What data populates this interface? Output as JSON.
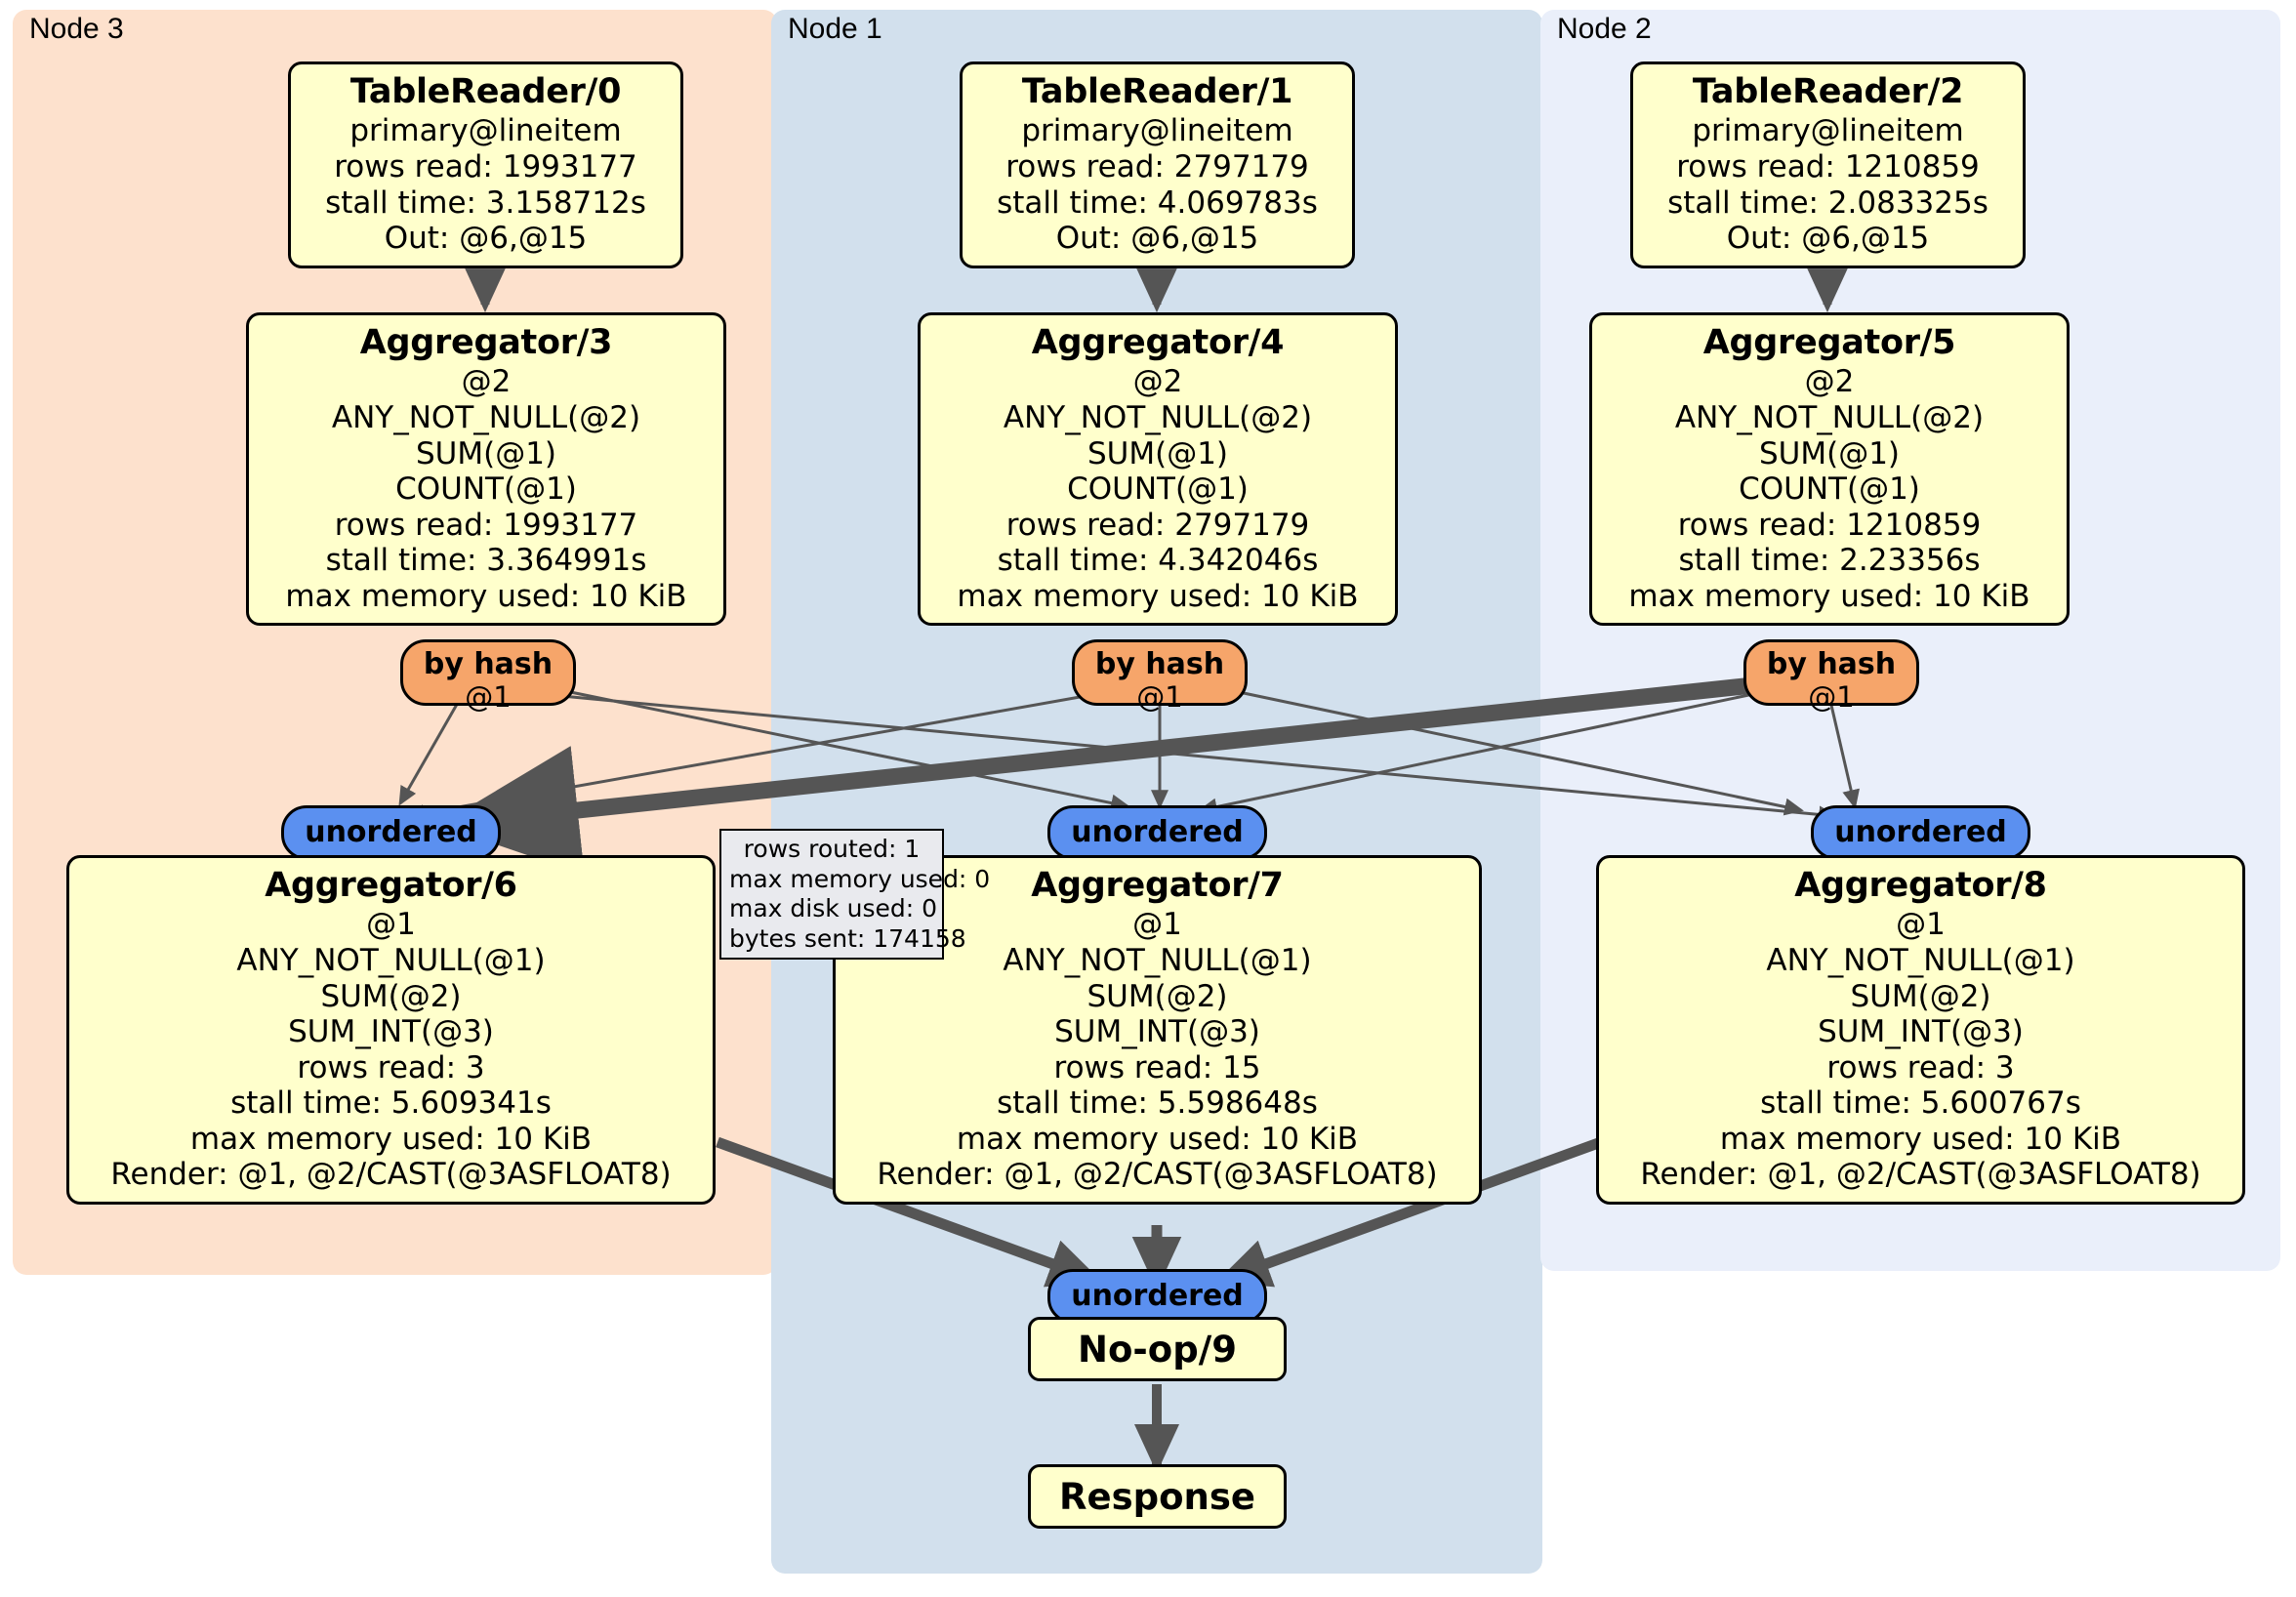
{
  "colors": {
    "node3_panel": "#fde1cd",
    "node1_panel": "#d2e0ed",
    "node2_panel": "#eaeffa",
    "operator_fill": "#ffffcc",
    "hash_fill": "#f6a56a",
    "unordered_fill": "#5b90f0",
    "tooltip_fill": "#e9eaee",
    "edge": "#555555",
    "border": "#000000"
  },
  "panels": [
    {
      "label": "Node 3"
    },
    {
      "label": "Node 1"
    },
    {
      "label": "Node 2"
    }
  ],
  "operators": {
    "table_readers": [
      {
        "title": "TableReader/0",
        "lines": [
          "primary@lineitem",
          "rows read: 1993177",
          "stall time: 3.158712s",
          "Out: @6,@15"
        ]
      },
      {
        "title": "TableReader/1",
        "lines": [
          "primary@lineitem",
          "rows read: 2797179",
          "stall time: 4.069783s",
          "Out: @6,@15"
        ]
      },
      {
        "title": "TableReader/2",
        "lines": [
          "primary@lineitem",
          "rows read: 1210859",
          "stall time: 2.083325s",
          "Out: @6,@15"
        ]
      }
    ],
    "aggregators_stage1": [
      {
        "title": "Aggregator/3",
        "lines": [
          "@2",
          "ANY_NOT_NULL(@2)",
          "SUM(@1)",
          "COUNT(@1)",
          "rows read: 1993177",
          "stall time: 3.364991s",
          "max memory used: 10 KiB"
        ]
      },
      {
        "title": "Aggregator/4",
        "lines": [
          "@2",
          "ANY_NOT_NULL(@2)",
          "SUM(@1)",
          "COUNT(@1)",
          "rows read: 2797179",
          "stall time: 4.342046s",
          "max memory used: 10 KiB"
        ]
      },
      {
        "title": "Aggregator/5",
        "lines": [
          "@2",
          "ANY_NOT_NULL(@2)",
          "SUM(@1)",
          "COUNT(@1)",
          "rows read: 1210859",
          "stall time: 2.23356s",
          "max memory used: 10 KiB"
        ]
      }
    ],
    "aggregators_stage2": [
      {
        "title": "Aggregator/6",
        "lines": [
          "@1",
          "ANY_NOT_NULL(@1)",
          "SUM(@2)",
          "SUM_INT(@3)",
          "rows read: 3",
          "stall time: 5.609341s",
          "max memory used: 10 KiB",
          "Render: @1, @2/CAST(@3ASFLOAT8)"
        ]
      },
      {
        "title": "Aggregator/7",
        "lines": [
          "@1",
          "ANY_NOT_NULL(@1)",
          "SUM(@2)",
          "SUM_INT(@3)",
          "rows read: 15",
          "stall time: 5.598648s",
          "max memory used: 10 KiB",
          "Render: @1, @2/CAST(@3ASFLOAT8)"
        ]
      },
      {
        "title": "Aggregator/8",
        "lines": [
          "@1",
          "ANY_NOT_NULL(@1)",
          "SUM(@2)",
          "SUM_INT(@3)",
          "rows read: 3",
          "stall time: 5.600767s",
          "max memory used: 10 KiB",
          "Render: @1, @2/CAST(@3ASFLOAT8)"
        ]
      }
    ],
    "noop": {
      "title": "No-op/9"
    },
    "response": {
      "title": "Response"
    }
  },
  "routers": [
    {
      "type": "by hash",
      "column": "@1"
    },
    {
      "type": "by hash",
      "column": "@1"
    },
    {
      "type": "by hash",
      "column": "@1"
    }
  ],
  "inbox_top": [
    {
      "label": "unordered"
    },
    {
      "label": "unordered"
    },
    {
      "label": "unordered"
    }
  ],
  "inbox_final": {
    "label": "unordered"
  },
  "stream_stats": {
    "lines": [
      "rows routed: 1",
      "max memory used: 0",
      "max disk used: 0",
      "bytes sent: 174158"
    ]
  }
}
